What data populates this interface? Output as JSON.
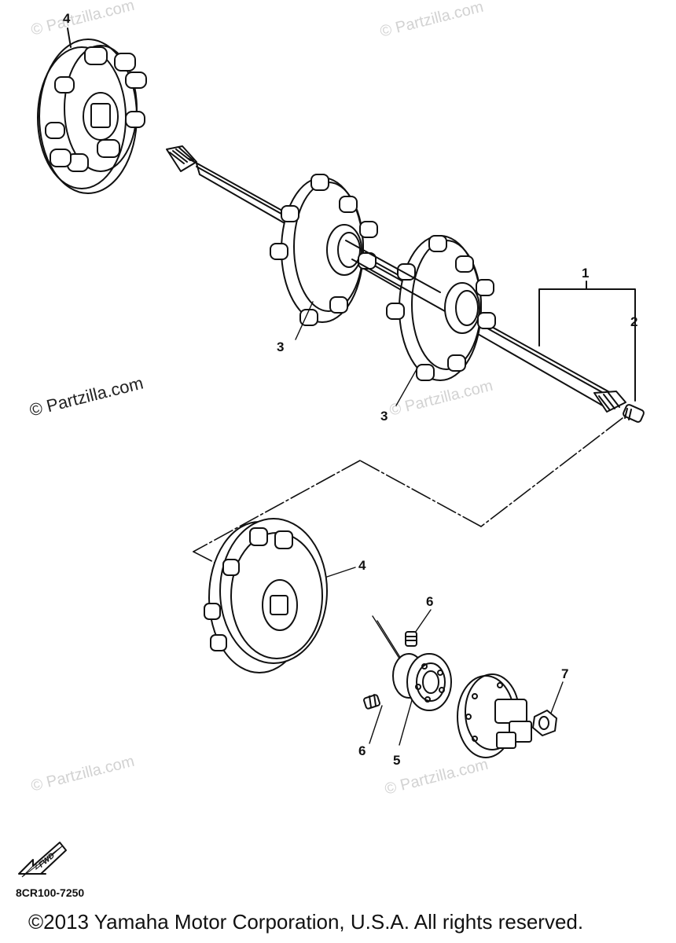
{
  "watermark": {
    "text": "© Partzilla.com",
    "color": "#d2d2d2"
  },
  "callouts": {
    "c1": "1",
    "c2": "2",
    "c3a": "3",
    "c3b": "3",
    "c4a": "4",
    "c4b": "4",
    "c5": "5",
    "c6a": "6",
    "c6b": "6",
    "c7": "7"
  },
  "fwd_label": "FWD",
  "part_code": "8CR100-7250",
  "copyright": "©2013 Yamaha Motor Corporation, U.S.A. All rights reserved.",
  "icons": [
    "fwd-arrow-icon"
  ]
}
